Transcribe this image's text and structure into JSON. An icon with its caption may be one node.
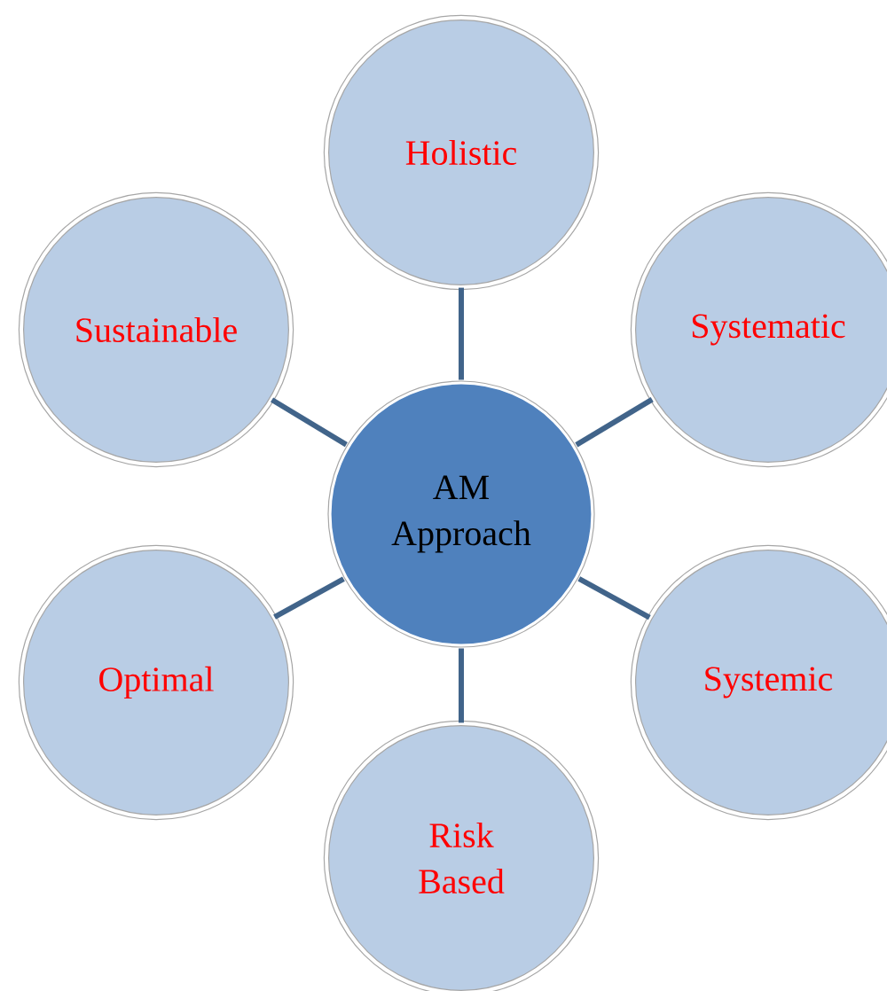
{
  "diagram": {
    "nodes": [
      {
        "text": [
          "AM Approach"
        ]
      },
      {
        "text": [
          "Holistic"
        ]
      },
      {
        "text": [
          "Systematic"
        ]
      },
      {
        "text": [
          "Systemic"
        ]
      },
      {
        "text": [
          "Risk Based"
        ]
      },
      {
        "text": [
          "Optimal"
        ]
      },
      {
        "text": [
          "Sustainable"
        ]
      }
    ],
    "edges": [
      {
        "from": 0,
        "to": 1,
        "arrow": "none"
      },
      {
        "from": 0,
        "to": 2,
        "arrow": "none"
      },
      {
        "from": 0,
        "to": 3,
        "arrow": "none"
      },
      {
        "from": 0,
        "to": 4,
        "arrow": "none"
      },
      {
        "from": 0,
        "to": 5,
        "arrow": "none"
      },
      {
        "from": 0,
        "to": 6,
        "arrow": "none"
      }
    ]
  }
}
